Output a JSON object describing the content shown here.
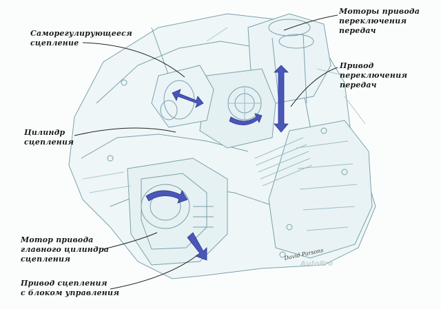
{
  "labels": {
    "clutch_self": "Саморегулирующееся\nсцепление",
    "shift_motors": "Моторы привода\nпереключения передач",
    "shift_drive": "Привод переключения\nпередач",
    "clutch_cylinder": "Цилиндр\nсцепления",
    "master_cyl_motor": "Мотор привода\nглавного цилиндра\nсцепления",
    "clutch_drive": "Привод сцепления\nс блоком управления"
  },
  "signature": "David Parsons",
  "watermark": "AutoPro",
  "colors": {
    "ink": "#6f97a3",
    "light_ink": "#a9c7cf",
    "tint": "#e6f1f3",
    "arrow": "#4a56b8",
    "leader": "#222222"
  }
}
